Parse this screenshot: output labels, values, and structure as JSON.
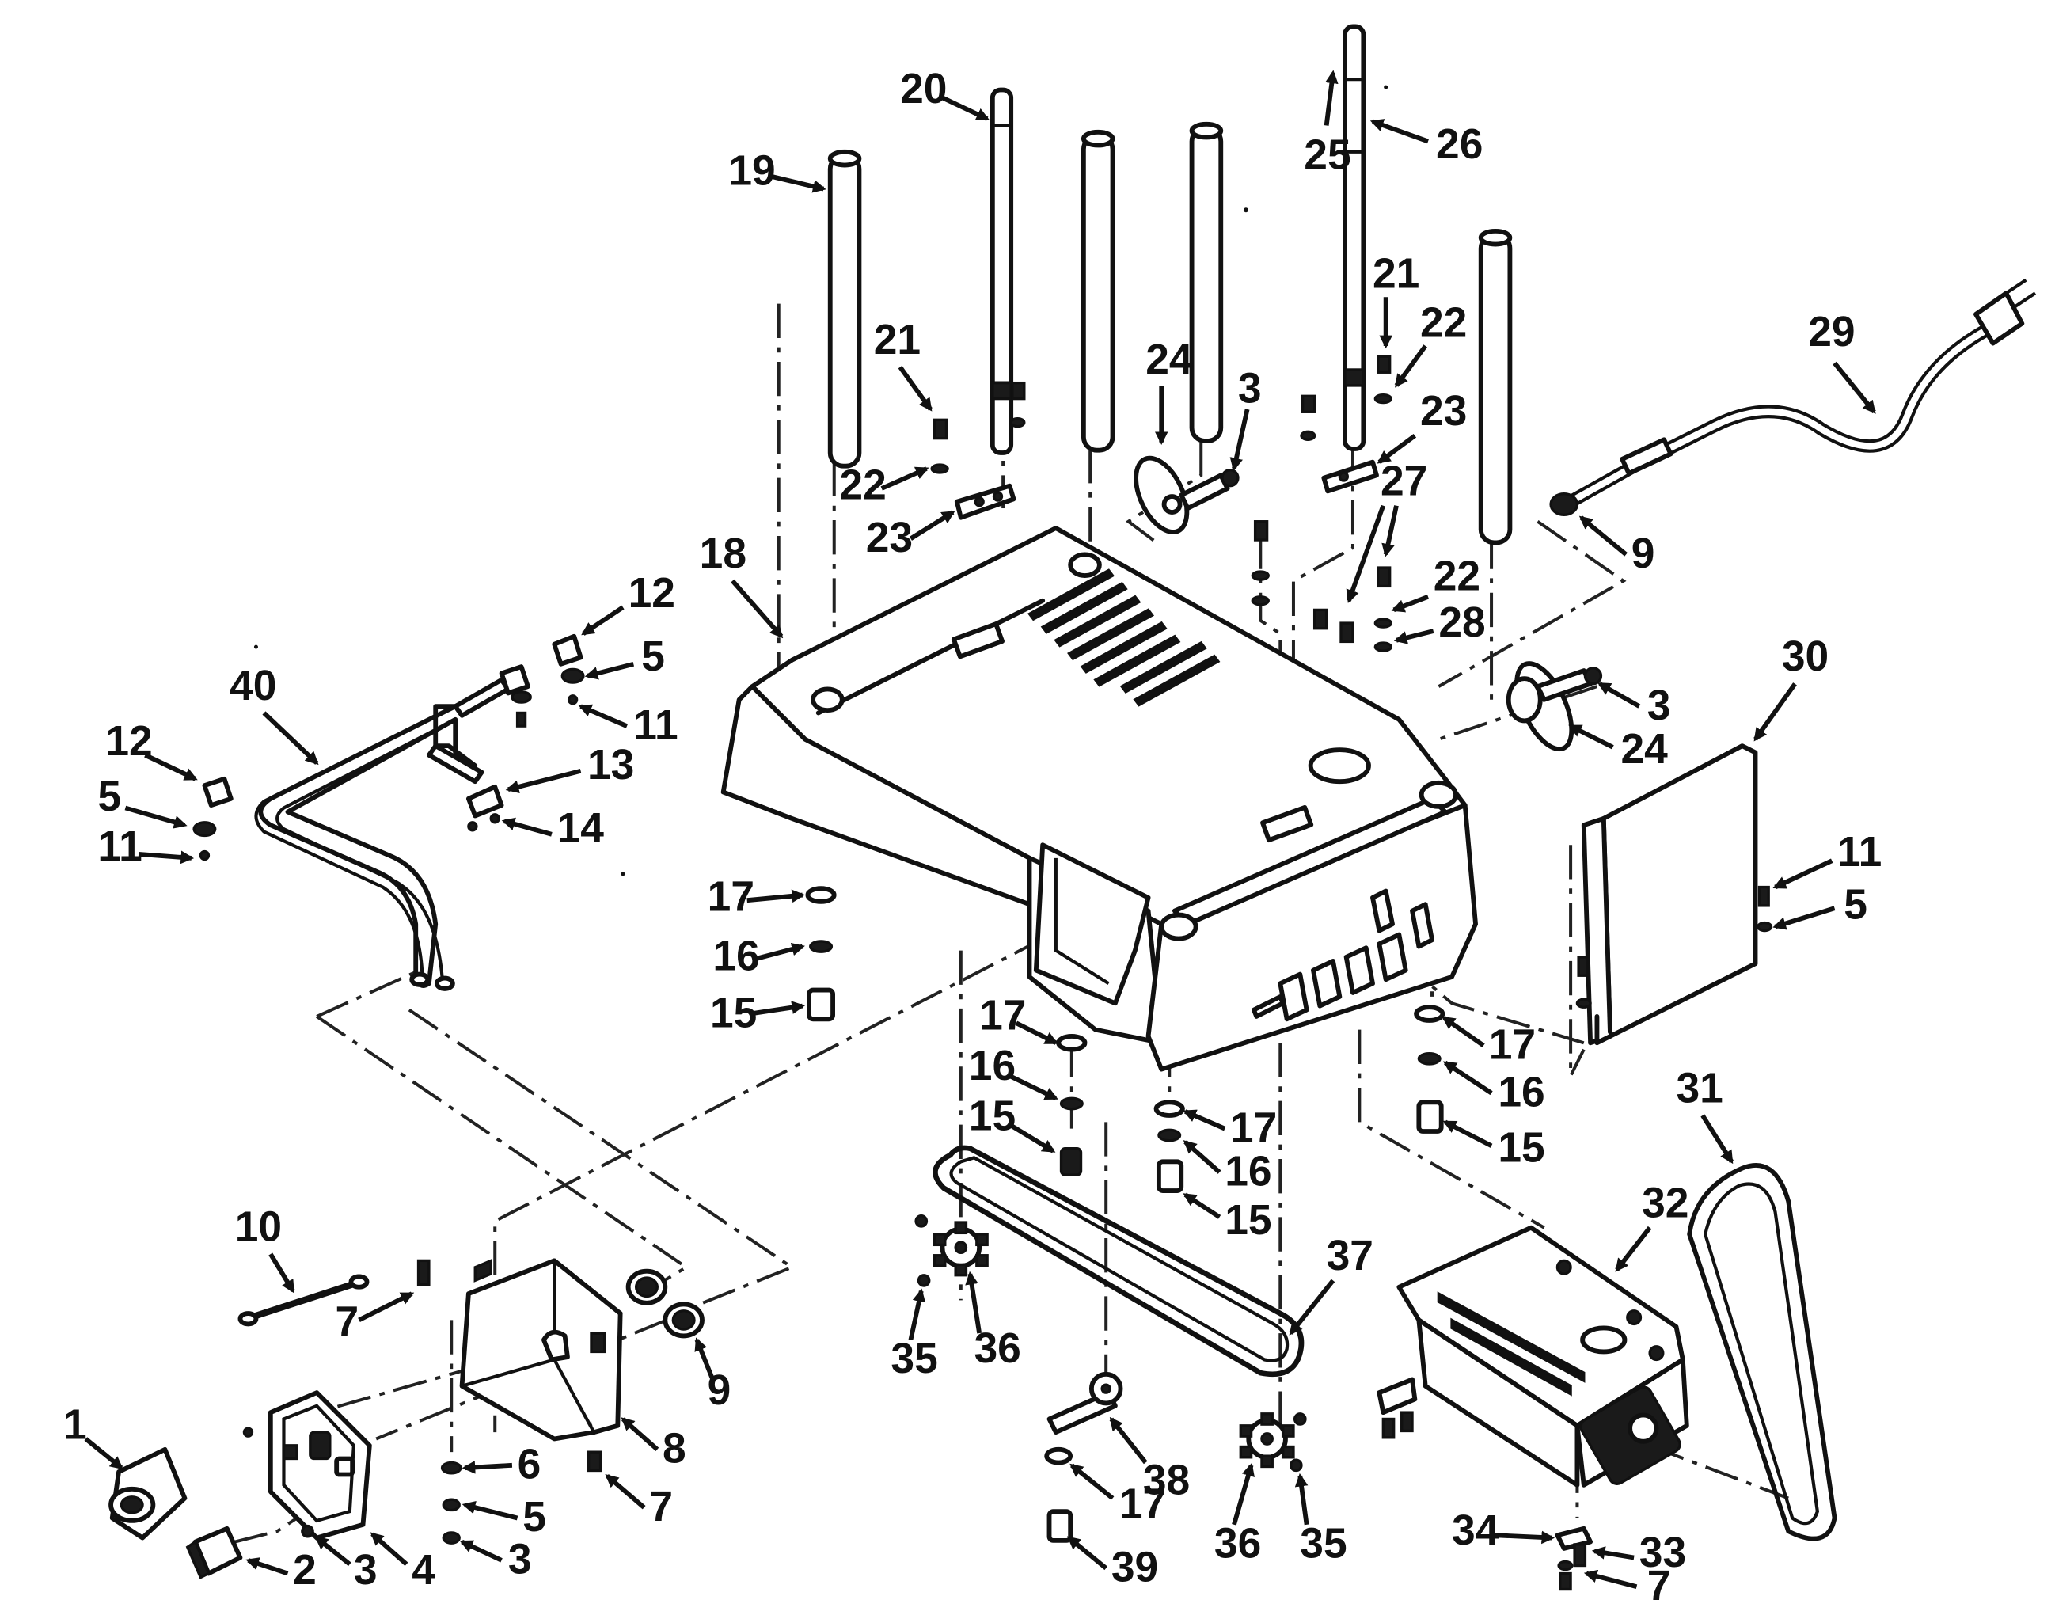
{
  "callouts": [
    {
      "id": "c1",
      "label": "1"
    },
    {
      "id": "c2",
      "label": "2"
    },
    {
      "id": "c3a",
      "label": "3"
    },
    {
      "id": "c3b",
      "label": "3"
    },
    {
      "id": "c3c",
      "label": "3"
    },
    {
      "id": "c3d",
      "label": "3"
    },
    {
      "id": "c4",
      "label": "4"
    },
    {
      "id": "c5a",
      "label": "5"
    },
    {
      "id": "c5b",
      "label": "5"
    },
    {
      "id": "c5c",
      "label": "5"
    },
    {
      "id": "c5d",
      "label": "5"
    },
    {
      "id": "c6",
      "label": "6"
    },
    {
      "id": "c7a",
      "label": "7"
    },
    {
      "id": "c7b",
      "label": "7"
    },
    {
      "id": "c7c",
      "label": "7"
    },
    {
      "id": "c8",
      "label": "8"
    },
    {
      "id": "c9a",
      "label": "9"
    },
    {
      "id": "c9b",
      "label": "9"
    },
    {
      "id": "c10",
      "label": "10"
    },
    {
      "id": "c11a",
      "label": "11"
    },
    {
      "id": "c11b",
      "label": "11"
    },
    {
      "id": "c11c",
      "label": "11"
    },
    {
      "id": "c12a",
      "label": "12"
    },
    {
      "id": "c12b",
      "label": "12"
    },
    {
      "id": "c13",
      "label": "13"
    },
    {
      "id": "c14",
      "label": "14"
    },
    {
      "id": "c15a",
      "label": "15"
    },
    {
      "id": "c15b",
      "label": "15"
    },
    {
      "id": "c15c",
      "label": "15"
    },
    {
      "id": "c15d",
      "label": "15"
    },
    {
      "id": "c16a",
      "label": "16"
    },
    {
      "id": "c16b",
      "label": "16"
    },
    {
      "id": "c16c",
      "label": "16"
    },
    {
      "id": "c16d",
      "label": "16"
    },
    {
      "id": "c17a",
      "label": "17"
    },
    {
      "id": "c17b",
      "label": "17"
    },
    {
      "id": "c17c",
      "label": "17"
    },
    {
      "id": "c17d",
      "label": "17"
    },
    {
      "id": "c17e",
      "label": "17"
    },
    {
      "id": "c18",
      "label": "18"
    },
    {
      "id": "c19",
      "label": "19"
    },
    {
      "id": "c20",
      "label": "20"
    },
    {
      "id": "c21a",
      "label": "21"
    },
    {
      "id": "c21b",
      "label": "21"
    },
    {
      "id": "c22a",
      "label": "22"
    },
    {
      "id": "c22b",
      "label": "22"
    },
    {
      "id": "c22c",
      "label": "22"
    },
    {
      "id": "c23a",
      "label": "23"
    },
    {
      "id": "c23b",
      "label": "23"
    },
    {
      "id": "c24a",
      "label": "24"
    },
    {
      "id": "c24b",
      "label": "24"
    },
    {
      "id": "c25",
      "label": "25"
    },
    {
      "id": "c26",
      "label": "26"
    },
    {
      "id": "c27",
      "label": "27"
    },
    {
      "id": "c28",
      "label": "28"
    },
    {
      "id": "c29",
      "label": "29"
    },
    {
      "id": "c30",
      "label": "30"
    },
    {
      "id": "c31",
      "label": "31"
    },
    {
      "id": "c32",
      "label": "32"
    },
    {
      "id": "c33",
      "label": "33"
    },
    {
      "id": "c34",
      "label": "34"
    },
    {
      "id": "c35a",
      "label": "35"
    },
    {
      "id": "c35b",
      "label": "35"
    },
    {
      "id": "c36a",
      "label": "36"
    },
    {
      "id": "c36b",
      "label": "36"
    },
    {
      "id": "c37",
      "label": "37"
    },
    {
      "id": "c38",
      "label": "38"
    },
    {
      "id": "c39",
      "label": "39"
    },
    {
      "id": "c40",
      "label": "40"
    }
  ]
}
